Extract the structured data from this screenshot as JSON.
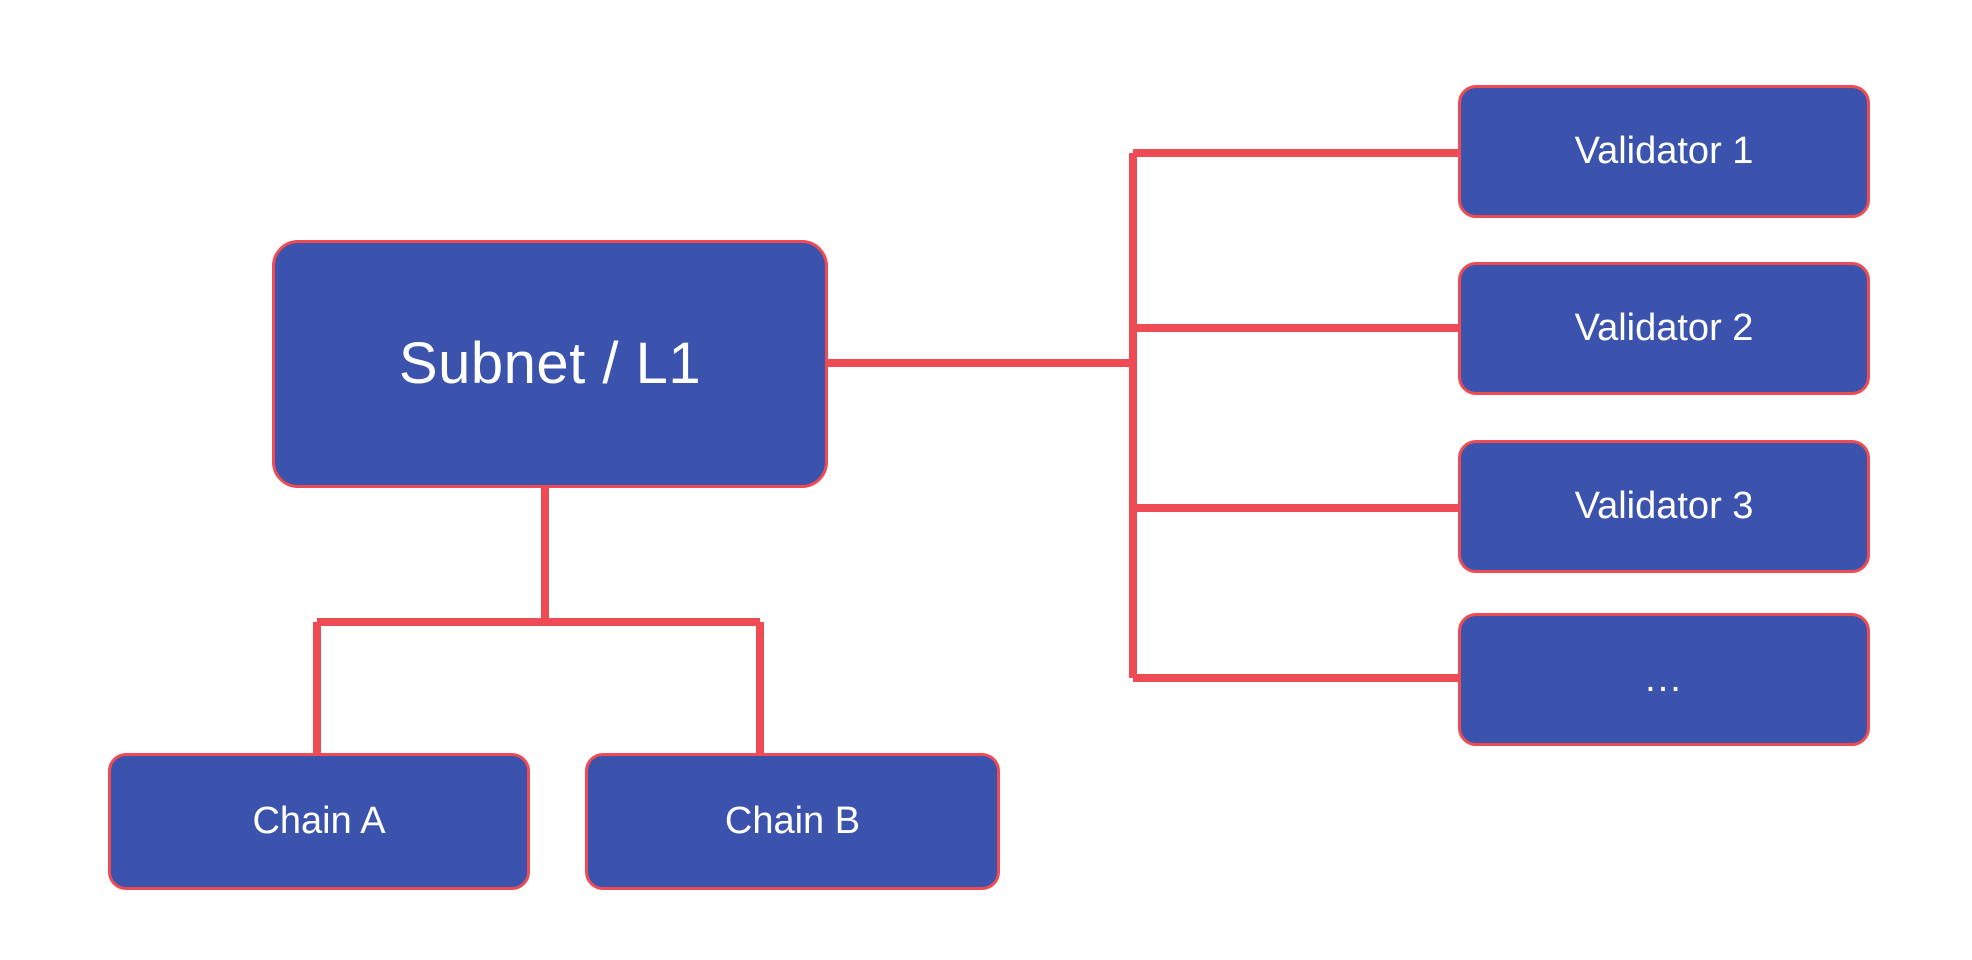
{
  "diagram": {
    "title": "Subnet / L1 with child chains and validator set",
    "background_color": "#FFFFFF",
    "node_fill_color": "#3B53AC",
    "node_stroke_color": "#EE4B55",
    "connector_color": "#EE4B55",
    "node_text_color": "#FFFFFF"
  },
  "root": {
    "label": "Subnet / L1"
  },
  "chains": [
    {
      "label": "Chain A"
    },
    {
      "label": "Chain B"
    }
  ],
  "validators": [
    {
      "label": "Validator 1"
    },
    {
      "label": "Validator 2"
    },
    {
      "label": "Validator 3"
    },
    {
      "label": "..."
    }
  ],
  "connectors": [
    {
      "name": "root-to-validator-trunk",
      "from": "Subnet / L1",
      "to": "validator-trunk"
    },
    {
      "name": "validator-trunk-to-validator-1",
      "from": "validator-trunk",
      "to": "Validator 1"
    },
    {
      "name": "validator-trunk-to-validator-2",
      "from": "validator-trunk",
      "to": "Validator 2"
    },
    {
      "name": "validator-trunk-to-validator-3",
      "from": "validator-trunk",
      "to": "Validator 3"
    },
    {
      "name": "validator-trunk-to-validator-more",
      "from": "validator-trunk",
      "to": "..."
    },
    {
      "name": "root-to-chain-bus",
      "from": "Subnet / L1",
      "to": "chain-bus"
    },
    {
      "name": "chain-bus-to-chain-a",
      "from": "chain-bus",
      "to": "Chain A"
    },
    {
      "name": "chain-bus-to-chain-b",
      "from": "chain-bus",
      "to": "Chain B"
    }
  ]
}
